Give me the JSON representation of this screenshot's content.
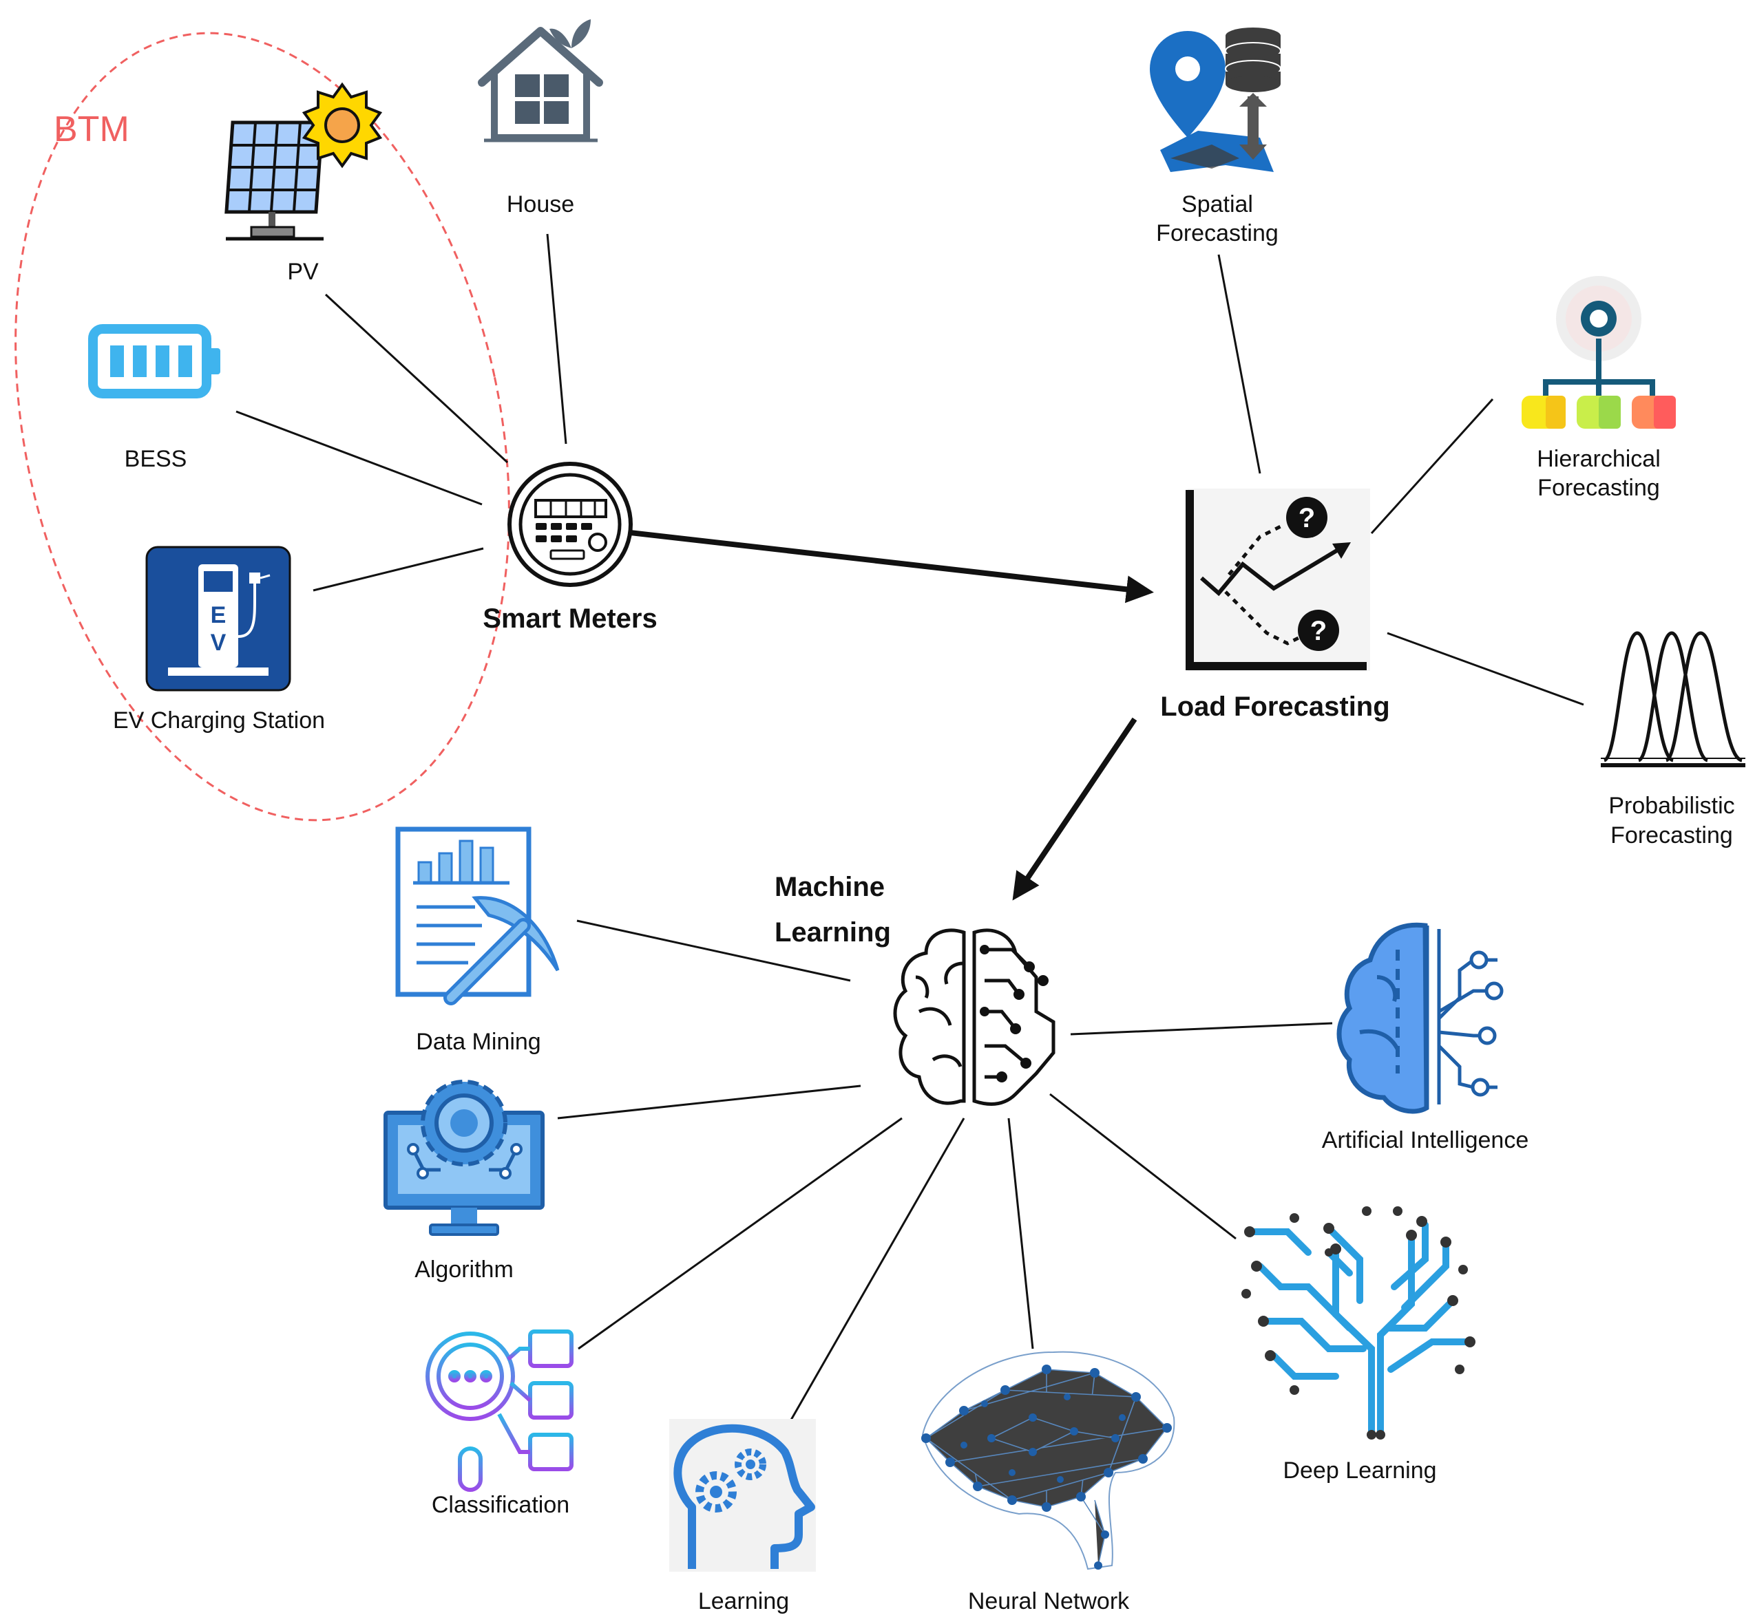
{
  "btm_group": {
    "label": "BTM"
  },
  "nodes": {
    "pv": {
      "label": "PV"
    },
    "house": {
      "label": "House"
    },
    "bess": {
      "label": "BESS"
    },
    "ev": {
      "label": "EV Charging Station"
    },
    "smart_meters": {
      "label": "Smart Meters"
    },
    "load_forecasting": {
      "label": "Load Forecasting"
    },
    "spatial": {
      "label_line1": "Spatial",
      "label_line2": "Forecasting"
    },
    "hierarchical": {
      "label_line1": "Hierarchical",
      "label_line2": "Forecasting"
    },
    "probabilistic": {
      "label_line1": "Probabilistic",
      "label_line2": "Forecasting"
    },
    "machine_learning": {
      "label_line1": "Machine",
      "label_line2": "Learning"
    },
    "data_mining": {
      "label": "Data Mining"
    },
    "algorithm": {
      "label": "Algorithm"
    },
    "classification": {
      "label": "Classification"
    },
    "learning": {
      "label": "Learning"
    },
    "neural_network": {
      "label": "Neural Network"
    },
    "deep_learning": {
      "label": "Deep Learning"
    },
    "artificial_intelligence": {
      "label": "Artificial Intelligence"
    }
  },
  "icons": {
    "pv": "solar-panel-sun-icon",
    "house": "house-icon",
    "bess": "battery-icon",
    "ev": "ev-charger-icon",
    "smart_meters": "smart-meter-icon",
    "load_forecasting": "forecast-chart-icon",
    "spatial": "map-pin-database-icon",
    "hierarchical": "gear-hierarchy-icon",
    "probabilistic": "gaussian-curves-icon",
    "machine_learning": "circuit-brain-icon",
    "data_mining": "report-pickaxe-icon",
    "algorithm": "monitor-gear-icon",
    "classification": "magnifier-list-icon",
    "learning": "head-gears-icon",
    "neural_network": "network-brain-icon",
    "deep_learning": "circuit-brain-blue-icon",
    "artificial_intelligence": "ai-brain-icon"
  },
  "colors": {
    "btm_dash": "#f06060",
    "edge": "#111111",
    "ev_blue": "#1a4f9c",
    "battery_blue": "#3fb4ee",
    "icon_blue": "#2f7fd6"
  }
}
